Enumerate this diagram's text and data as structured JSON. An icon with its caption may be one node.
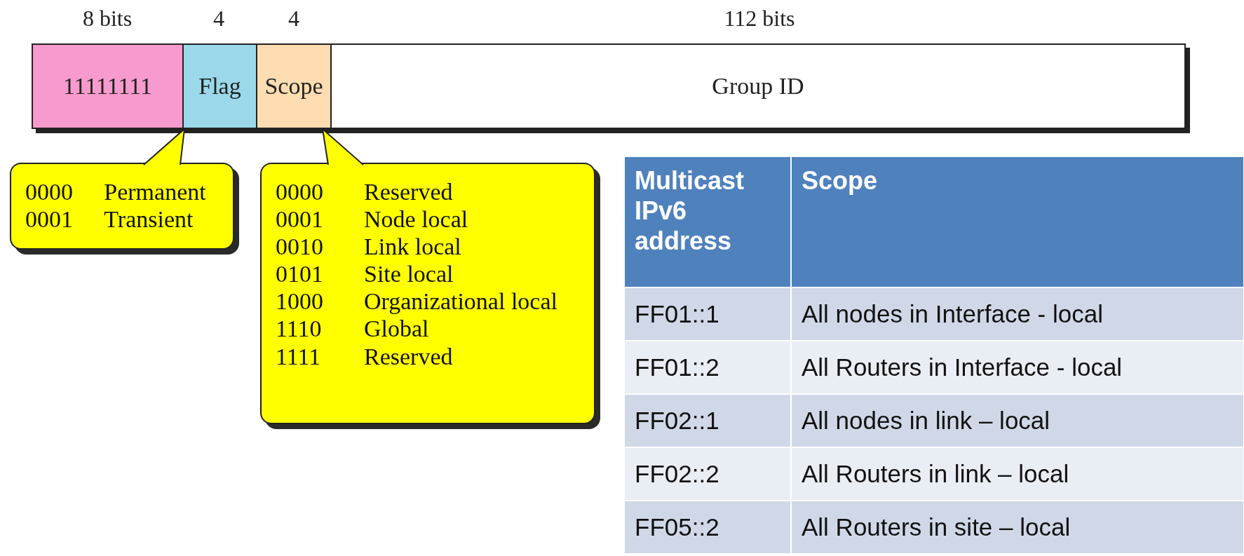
{
  "diagram": {
    "nodes": [
      {
        "text": [
          "11111111"
        ],
        "beside": [
          "8 bits"
        ]
      },
      {
        "text": [
          "Flag"
        ],
        "beside": [
          "4"
        ]
      },
      {
        "text": [
          "Scope"
        ],
        "beside": [
          "4"
        ]
      },
      {
        "text": [
          "Group ID"
        ],
        "beside": [
          "112 bits"
        ]
      },
      {
        "text": [
          "0000",
          "Permanent",
          "0001",
          "Transient"
        ]
      },
      {
        "text": [
          "0000",
          "Reserved",
          "0001",
          "Node local",
          "0010",
          "Link local",
          "0101",
          "Site local",
          "1000",
          "Organizational local",
          "1110",
          "Global",
          "1111",
          "Reserved"
        ]
      }
    ],
    "edges": [
      {
        "from": 4,
        "to": 1,
        "arrow": "to"
      },
      {
        "from": 5,
        "to": 2,
        "arrow": "to"
      }
    ],
    "labels": [
      "Multicast IPv6 address",
      "Scope",
      "FF01::1",
      "All nodes in Interface - local",
      "FF01::2",
      "All Routers in Interface - local",
      "FF02::1",
      "All nodes in link – local",
      "FF02::2",
      "All Routers in link – local",
      "FF05::2",
      "All Routers in site – local"
    ]
  }
}
